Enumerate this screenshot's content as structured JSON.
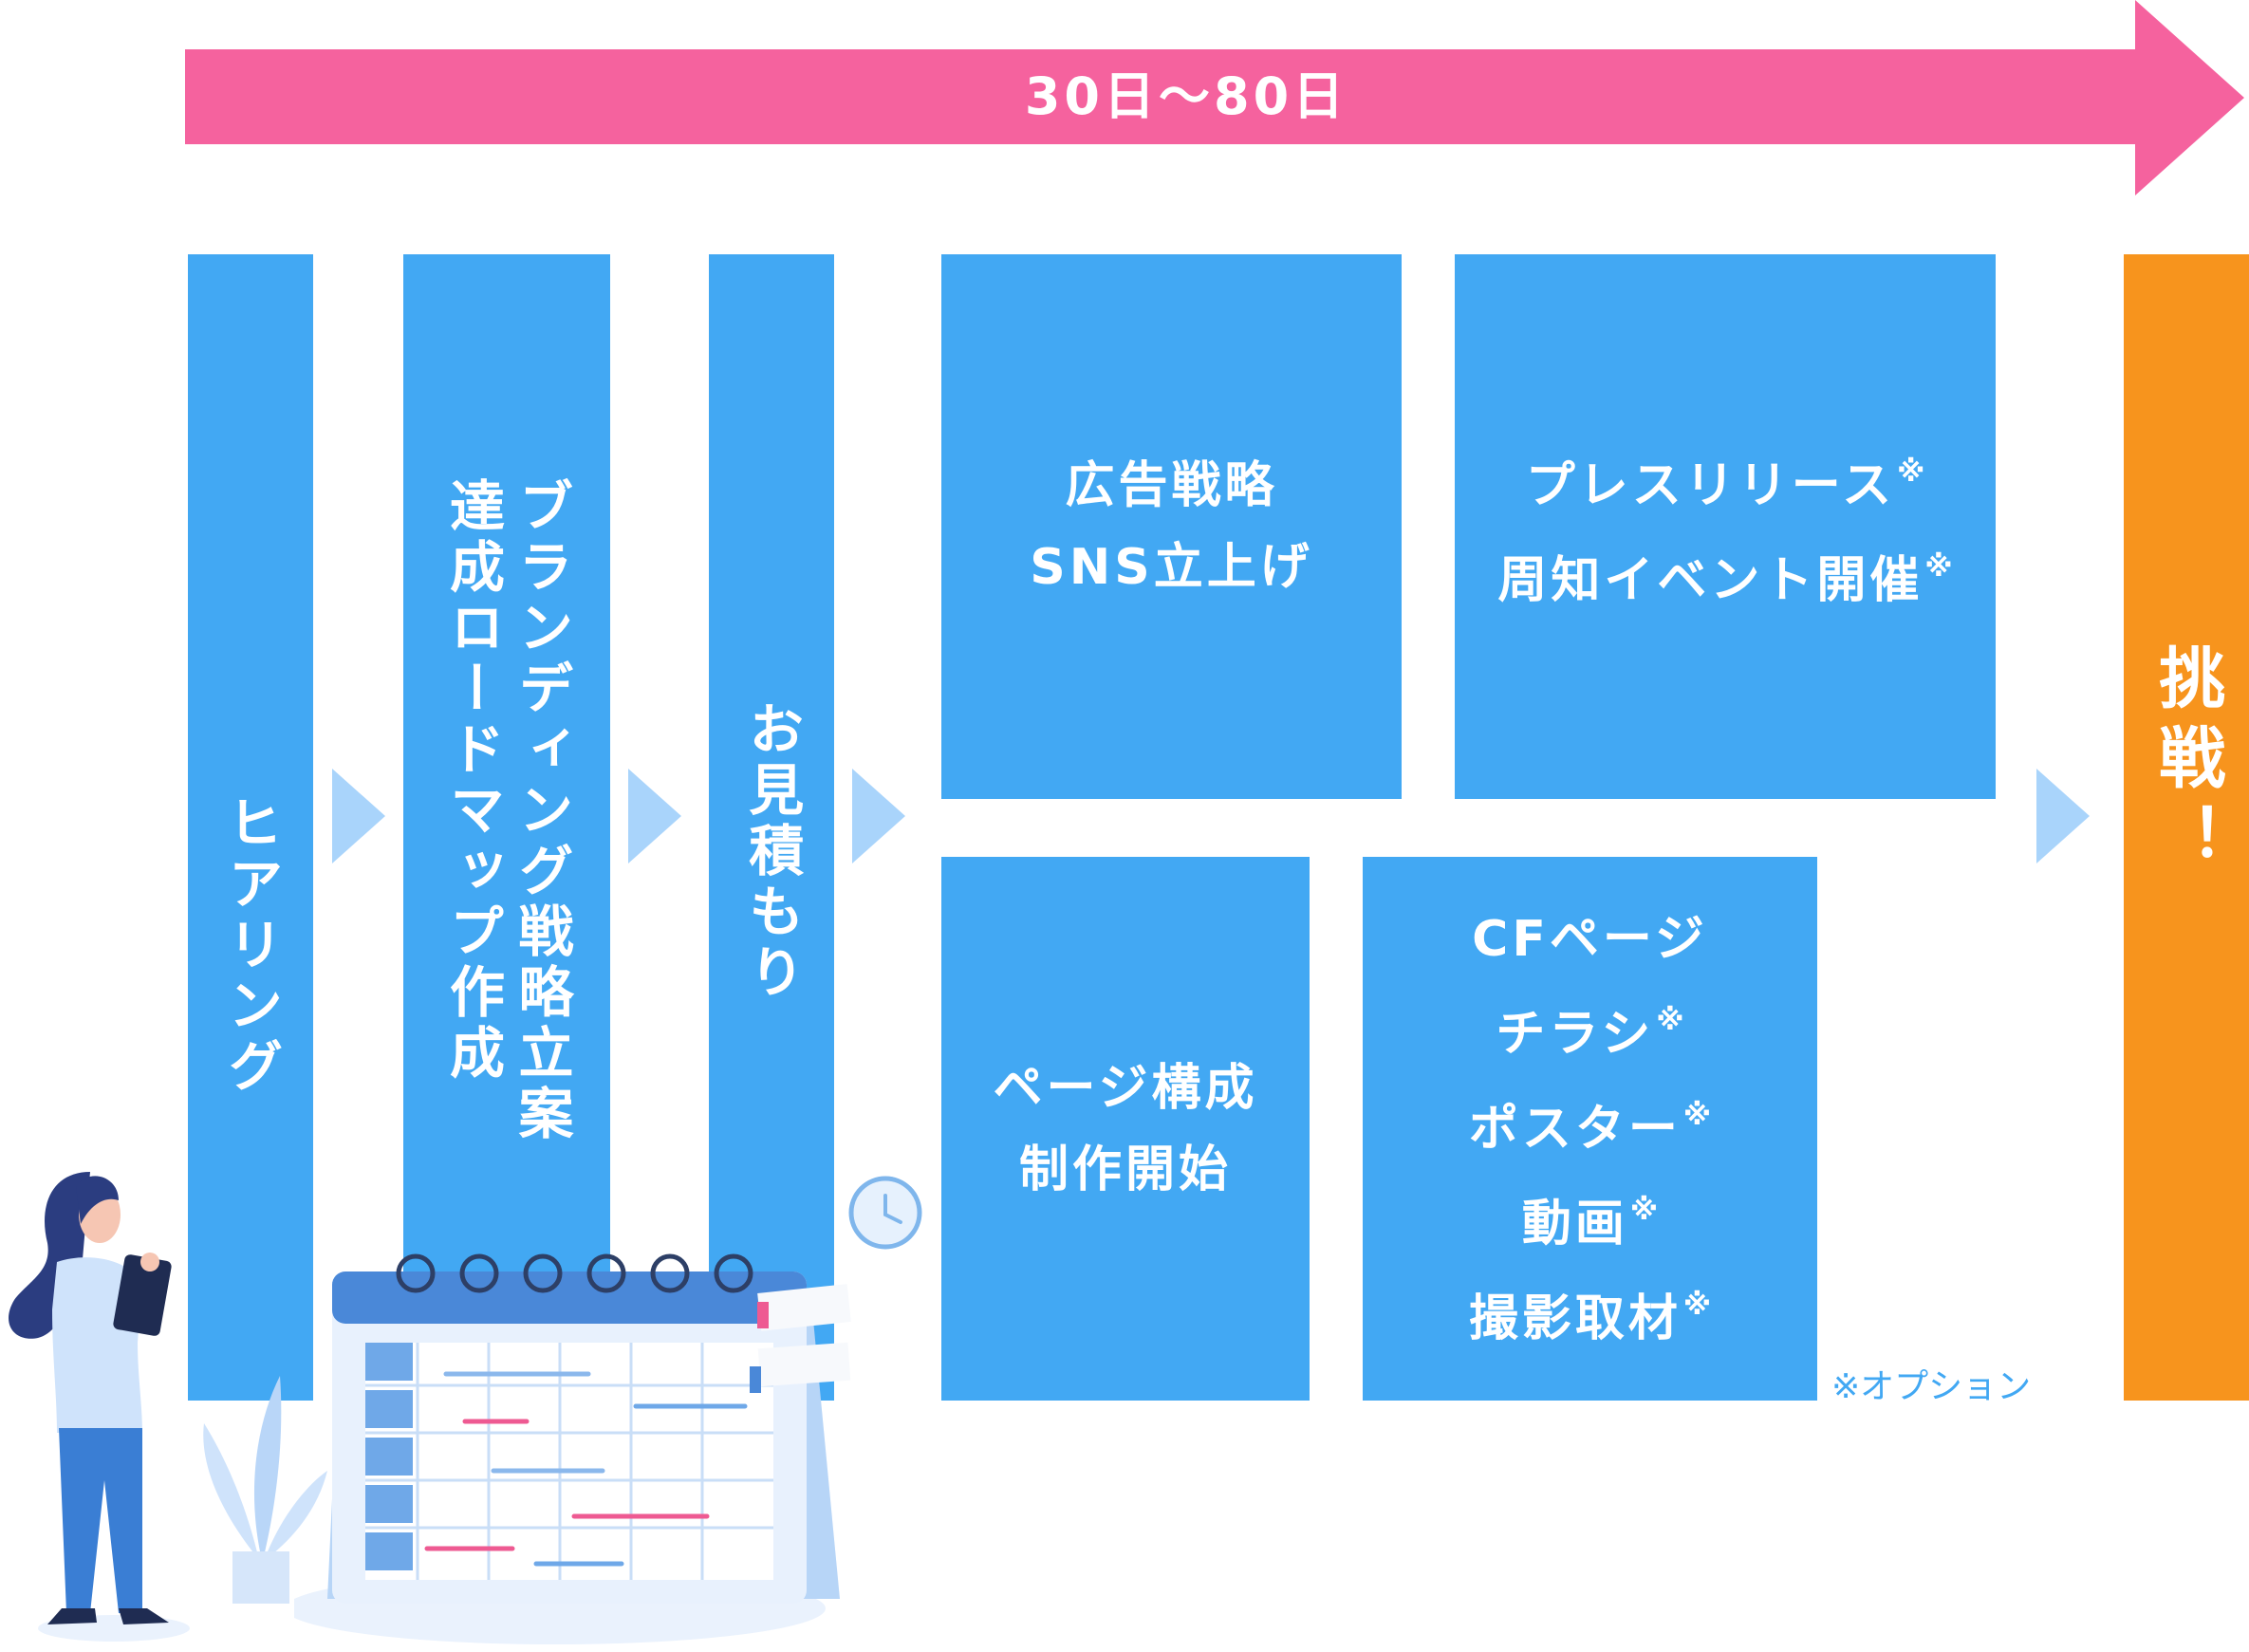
{
  "timeline": {
    "label": "30日〜80日",
    "color": "#f5629e"
  },
  "colors": {
    "step": "#42a8f3",
    "goal": "#f7941d",
    "connector": "#a9d4fb"
  },
  "steps": {
    "hearing": "ヒアリング",
    "branding_line1": "ブランディング戦略立案",
    "branding_line2": "達成ロードマップ作成",
    "estimate": "お見積もり",
    "ads": {
      "line1": "広告戦略",
      "line2": "SNS立上げ"
    },
    "press": {
      "line1": "プレスリリース",
      "line2": "周知イベント開催"
    },
    "page": {
      "line1": "ページ構成",
      "line2": "制作開始"
    },
    "cf": {
      "line1": "CFページ",
      "line2": "チラシ",
      "line3": "ポスター",
      "line4": "動画",
      "line5": "撮影取材"
    }
  },
  "option_mark": "※",
  "option_note": "※オプション",
  "goal": {
    "label": "挑戦！"
  }
}
